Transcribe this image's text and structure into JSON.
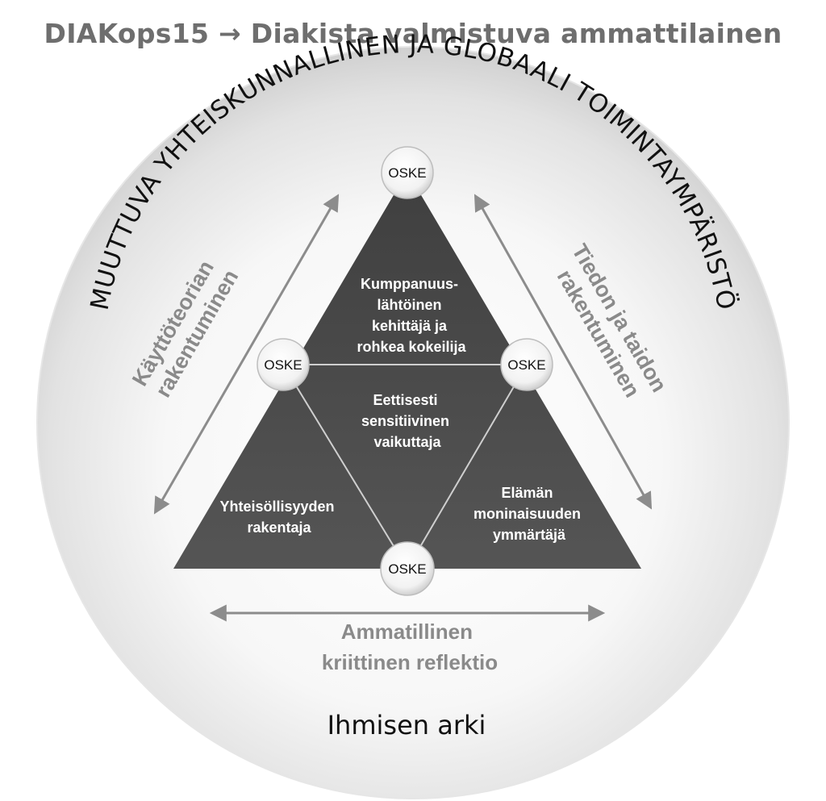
{
  "title": "DIAKops15 → Diakista valmistuva ammattilainen",
  "outer_ring": "MUUTTUVA YHTEISKUNNALLINEN JA GLOBAALI TOIMINTAYMPÄRISTÖ",
  "left_axis": {
    "line1": "Käyttöteorian",
    "line2": "rakentuminen"
  },
  "right_axis": {
    "line1": "Tiedon ja taidon",
    "line2": "rakentuminen"
  },
  "bottom_axis": {
    "line1": "Ammatillinen",
    "line2": "kriittinen reflektio"
  },
  "base_label": "Ihmisen arki",
  "node_label": "OSKE",
  "triangle": {
    "top": [
      "Kumppanuus-",
      "lähtöinen",
      "kehittäjä ja",
      "rohkea kokeilija"
    ],
    "center": [
      "Eettisesti",
      "sensitiivinen",
      "vaikuttaja"
    ],
    "bottom_left": [
      "Yhteisöllisyyden",
      "rakentaja"
    ],
    "bottom_right": [
      "Elämän",
      "moninaisuuden",
      "ymmärtäjä"
    ]
  },
  "colors": {
    "title": "#6e6e6e",
    "triangle": "#4a4a4a",
    "axis_text": "#8a8a8a",
    "arrows": "#8c8c8c"
  }
}
